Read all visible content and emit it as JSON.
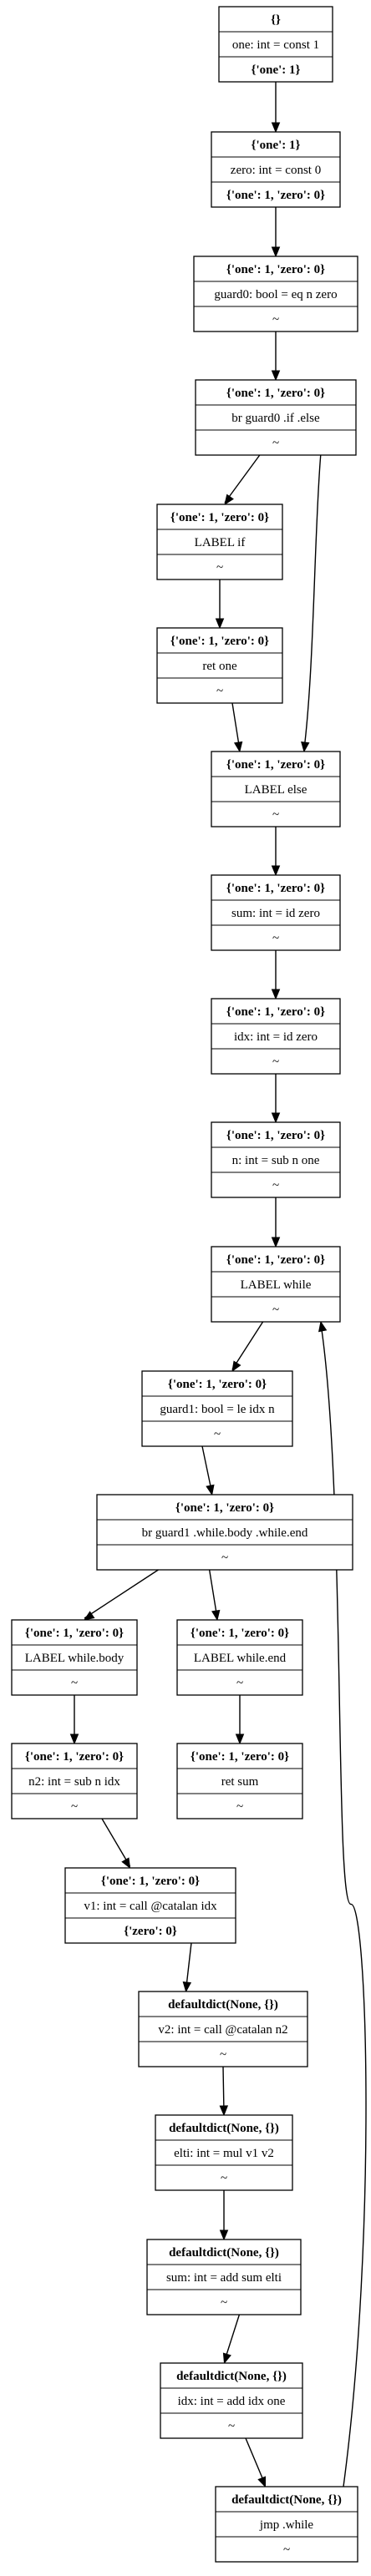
{
  "nodes": [
    {
      "id": "n0",
      "in": "{}",
      "op": "one: int = const 1",
      "out": "{'one': 1}",
      "out_bold": true
    },
    {
      "id": "n1",
      "in": "{'one': 1}",
      "op": "zero: int = const 0",
      "out": "{'one': 1, 'zero': 0}",
      "out_bold": true
    },
    {
      "id": "n2",
      "in": "{'one': 1, 'zero': 0}",
      "op": "guard0: bool = eq n zero",
      "out": "~",
      "out_bold": false
    },
    {
      "id": "n3",
      "in": "{'one': 1, 'zero': 0}",
      "op": "br guard0 .if .else",
      "out": "~",
      "out_bold": false
    },
    {
      "id": "n4",
      "in": "{'one': 1, 'zero': 0}",
      "op": "LABEL if",
      "out": "~",
      "out_bold": false
    },
    {
      "id": "n5",
      "in": "{'one': 1, 'zero': 0}",
      "op": "ret one",
      "out": "~",
      "out_bold": false
    },
    {
      "id": "n6",
      "in": "{'one': 1, 'zero': 0}",
      "op": "LABEL else",
      "out": "~",
      "out_bold": false
    },
    {
      "id": "n7",
      "in": "{'one': 1, 'zero': 0}",
      "op": "sum: int = id zero",
      "out": "~",
      "out_bold": false
    },
    {
      "id": "n8",
      "in": "{'one': 1, 'zero': 0}",
      "op": "idx: int = id zero",
      "out": "~",
      "out_bold": false
    },
    {
      "id": "n9",
      "in": "{'one': 1, 'zero': 0}",
      "op": "n: int = sub n one",
      "out": "~",
      "out_bold": false
    },
    {
      "id": "n10",
      "in": "{'one': 1, 'zero': 0}",
      "op": "LABEL while",
      "out": "~",
      "out_bold": false
    },
    {
      "id": "n11",
      "in": "{'one': 1, 'zero': 0}",
      "op": "guard1: bool = le idx n",
      "out": "~",
      "out_bold": false
    },
    {
      "id": "n12",
      "in": "{'one': 1, 'zero': 0}",
      "op": "br guard1 .while.body .while.end",
      "out": "~",
      "out_bold": false
    },
    {
      "id": "n13",
      "in": "{'one': 1, 'zero': 0}",
      "op": "LABEL while.body",
      "out": "~",
      "out_bold": false
    },
    {
      "id": "n14",
      "in": "{'one': 1, 'zero': 0}",
      "op": "LABEL while.end",
      "out": "~",
      "out_bold": false
    },
    {
      "id": "n15",
      "in": "{'one': 1, 'zero': 0}",
      "op": "n2: int = sub n idx",
      "out": "~",
      "out_bold": false
    },
    {
      "id": "n16",
      "in": "{'one': 1, 'zero': 0}",
      "op": "ret sum",
      "out": "~",
      "out_bold": false
    },
    {
      "id": "n17",
      "in": "{'one': 1, 'zero': 0}",
      "op": "v1: int = call @catalan idx",
      "out": "{'zero': 0}",
      "out_bold": true
    },
    {
      "id": "n18",
      "in": "defaultdict(None, {})",
      "op": "v2: int = call @catalan n2",
      "out": "~",
      "out_bold": false
    },
    {
      "id": "n19",
      "in": "defaultdict(None, {})",
      "op": "elti: int = mul v1 v2",
      "out": "~",
      "out_bold": false
    },
    {
      "id": "n20",
      "in": "defaultdict(None, {})",
      "op": "sum: int = add sum elti",
      "out": "~",
      "out_bold": false
    },
    {
      "id": "n21",
      "in": "defaultdict(None, {})",
      "op": "idx: int = add idx one",
      "out": "~",
      "out_bold": false
    },
    {
      "id": "n22",
      "in": "defaultdict(None, {})",
      "op": "jmp .while",
      "out": "~",
      "out_bold": false
    }
  ],
  "edges": [
    {
      "from": "n0",
      "to": "n1"
    },
    {
      "from": "n1",
      "to": "n2"
    },
    {
      "from": "n2",
      "to": "n3"
    },
    {
      "from": "n3",
      "to": "n4"
    },
    {
      "from": "n3",
      "to": "n6"
    },
    {
      "from": "n4",
      "to": "n5"
    },
    {
      "from": "n5",
      "to": "n6"
    },
    {
      "from": "n6",
      "to": "n7"
    },
    {
      "from": "n7",
      "to": "n8"
    },
    {
      "from": "n8",
      "to": "n9"
    },
    {
      "from": "n9",
      "to": "n10"
    },
    {
      "from": "n10",
      "to": "n11"
    },
    {
      "from": "n11",
      "to": "n12"
    },
    {
      "from": "n12",
      "to": "n13"
    },
    {
      "from": "n12",
      "to": "n14"
    },
    {
      "from": "n13",
      "to": "n15"
    },
    {
      "from": "n14",
      "to": "n16"
    },
    {
      "from": "n15",
      "to": "n17"
    },
    {
      "from": "n17",
      "to": "n18"
    },
    {
      "from": "n18",
      "to": "n19"
    },
    {
      "from": "n19",
      "to": "n20"
    },
    {
      "from": "n20",
      "to": "n21"
    },
    {
      "from": "n21",
      "to": "n22"
    },
    {
      "from": "n22",
      "to": "n10"
    }
  ]
}
